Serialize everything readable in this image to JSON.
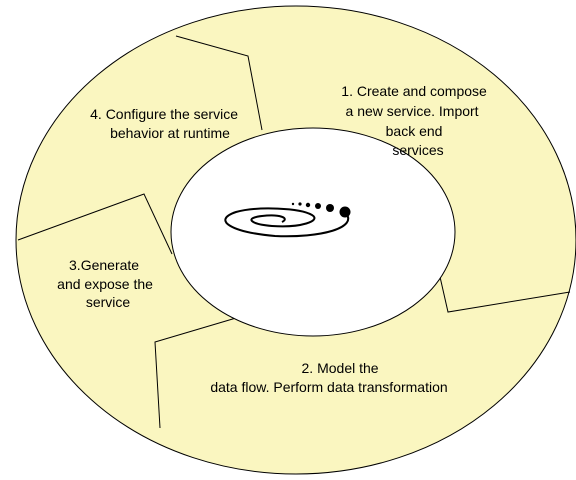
{
  "colors": {
    "ring_fill": "#FAF6C0",
    "center_fill": "#FFFFFF",
    "stroke": "#000000"
  },
  "steps": [
    {
      "number": "1",
      "lines": [
        "1. Create and compose",
        "a new service. Import",
        "back end",
        "services"
      ]
    },
    {
      "number": "2",
      "lines": [
        "2. Model the",
        "data flow. Perform data  transformation"
      ]
    },
    {
      "number": "3",
      "lines": [
        "3.Generate",
        "and expose the",
        "service"
      ]
    },
    {
      "number": "4",
      "lines": [
        "4. Configure the service",
        "behavior at runtime"
      ]
    }
  ],
  "center_logo": "spiral-logo-icon"
}
